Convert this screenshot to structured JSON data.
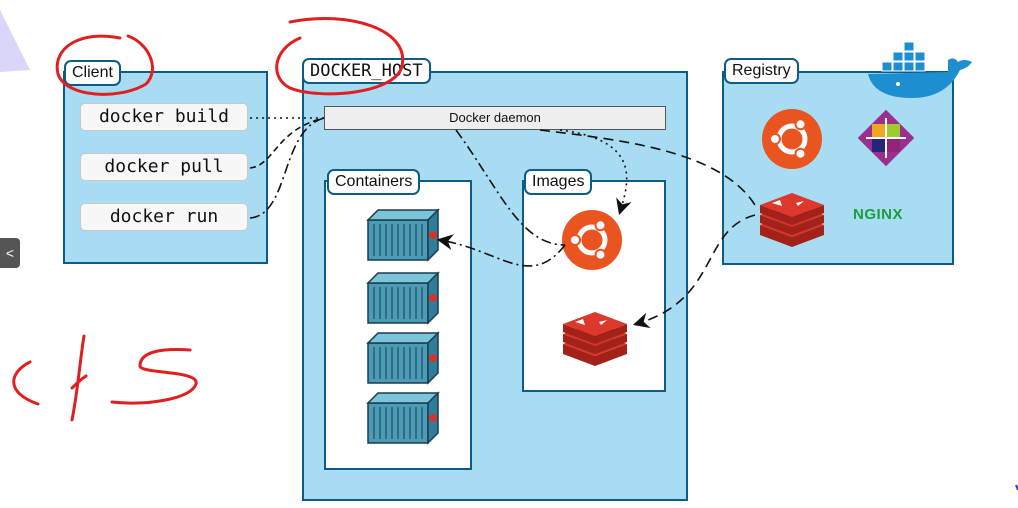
{
  "client": {
    "label": "Client",
    "commands": [
      "docker build",
      "docker pull",
      "docker run"
    ]
  },
  "host": {
    "label": "DOCKER_HOST",
    "daemon": "Docker daemon",
    "containers_label": "Containers",
    "images_label": "Images"
  },
  "registry": {
    "label": "Registry",
    "nginx_text": "NGINX"
  },
  "nav": {
    "arrow": "<"
  },
  "icons": [
    "ubuntu-icon",
    "redis-icon",
    "centos-icon",
    "nginx-logo",
    "docker-whale-icon",
    "container-icon"
  ],
  "colors": {
    "box_fill": "#a8dcf2",
    "border": "#0e5c86",
    "annotation": "#e02020",
    "ubuntu": "#e95420",
    "redis": "#d2342a",
    "nginx": "#1a9e3c"
  }
}
